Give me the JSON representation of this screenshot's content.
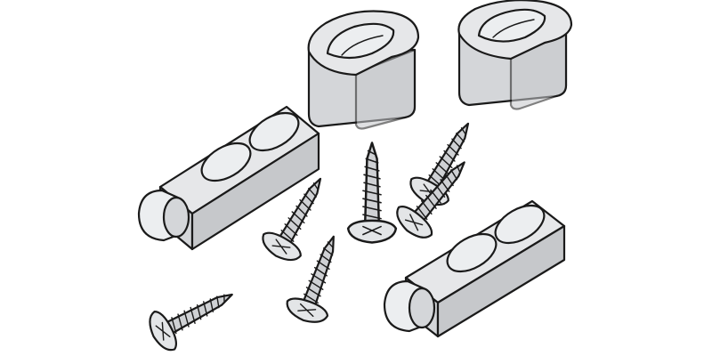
{
  "illustration": {
    "parts": [
      {
        "kind": "catch-housing",
        "count": 2
      },
      {
        "kind": "spring-bolt",
        "count": 2
      },
      {
        "kind": "countersunk-screw",
        "count": 6
      }
    ],
    "colors": {
      "outline": "#1a1a1a",
      "metal_light": "#e6e7e9",
      "metal_mid": "#d4d6d9",
      "metal_dark": "#c6c8cb",
      "background": "#ffffff"
    }
  }
}
